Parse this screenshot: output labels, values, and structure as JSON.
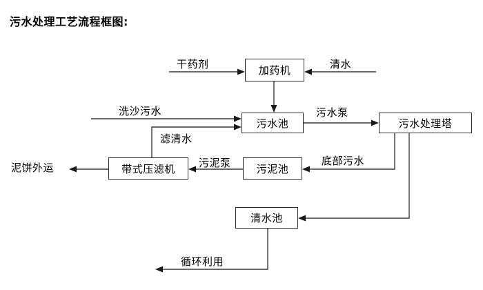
{
  "diagram": {
    "title": "污水处理工艺流程框图:",
    "type": "flowchart",
    "background_color": "#ffffff",
    "line_color": "#3a3a3a",
    "box_border_color": "#2b2b2b",
    "text_color": "#000000",
    "nodes": [
      {
        "id": "dosing-machine",
        "label": "加药机"
      },
      {
        "id": "sewage-pool",
        "label": "污水池"
      },
      {
        "id": "sewage-treatment-tower",
        "label": "污水处理塔"
      },
      {
        "id": "belt-filter-press",
        "label": "带式压滤机"
      },
      {
        "id": "sludge-pool",
        "label": "污泥池"
      },
      {
        "id": "clear-water-pool",
        "label": "清水池"
      }
    ],
    "terminal_labels": [
      {
        "id": "dry-chemical",
        "label": "干药剂"
      },
      {
        "id": "clean-water",
        "label": "清水"
      },
      {
        "id": "sand-washing-sewage",
        "label": "洗沙污水"
      },
      {
        "id": "mud-cake-transport",
        "label": "泥饼外运"
      },
      {
        "id": "recycle-use",
        "label": "循环利用"
      }
    ],
    "edge_labels": [
      {
        "id": "filtered-clear-water",
        "label": "滤清水"
      },
      {
        "id": "sewage-pump",
        "label": "污水泵"
      },
      {
        "id": "sludge-pump",
        "label": "污泥泵"
      },
      {
        "id": "bottom-sewage",
        "label": "底部污水"
      }
    ]
  }
}
